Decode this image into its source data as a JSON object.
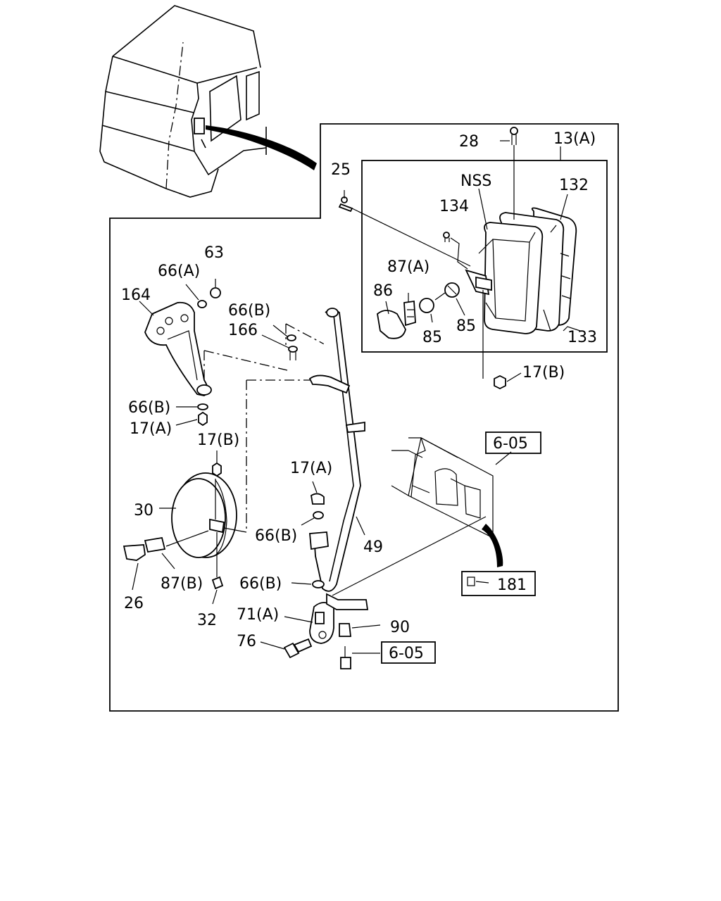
{
  "labels": {
    "p28": "28",
    "p13a": "13(A)",
    "p25": "25",
    "nss": "NSS",
    "p132": "132",
    "p134": "134",
    "p87a": "87(A)",
    "p86": "86",
    "p85a": "85",
    "p85b": "85",
    "p133": "133",
    "p17b_top": "17(B)",
    "p63": "63",
    "p66a": "66(A)",
    "p164": "164",
    "p66b_1": "66(B)",
    "p166": "166",
    "p66b_2": "66(B)",
    "p17a_1": "17(A)",
    "p17b_mid": "17(B)",
    "p6_05_top": "6-05",
    "p17a_2": "17(A)",
    "p30": "30",
    "p66b_3": "66(B)",
    "p49": "49",
    "p181": "181",
    "p87b": "87(B)",
    "p26": "26",
    "p66b_4": "66(B)",
    "p32": "32",
    "p71a": "71(A)",
    "p90": "90",
    "p76": "76",
    "p6_05_bot": "6-05"
  }
}
